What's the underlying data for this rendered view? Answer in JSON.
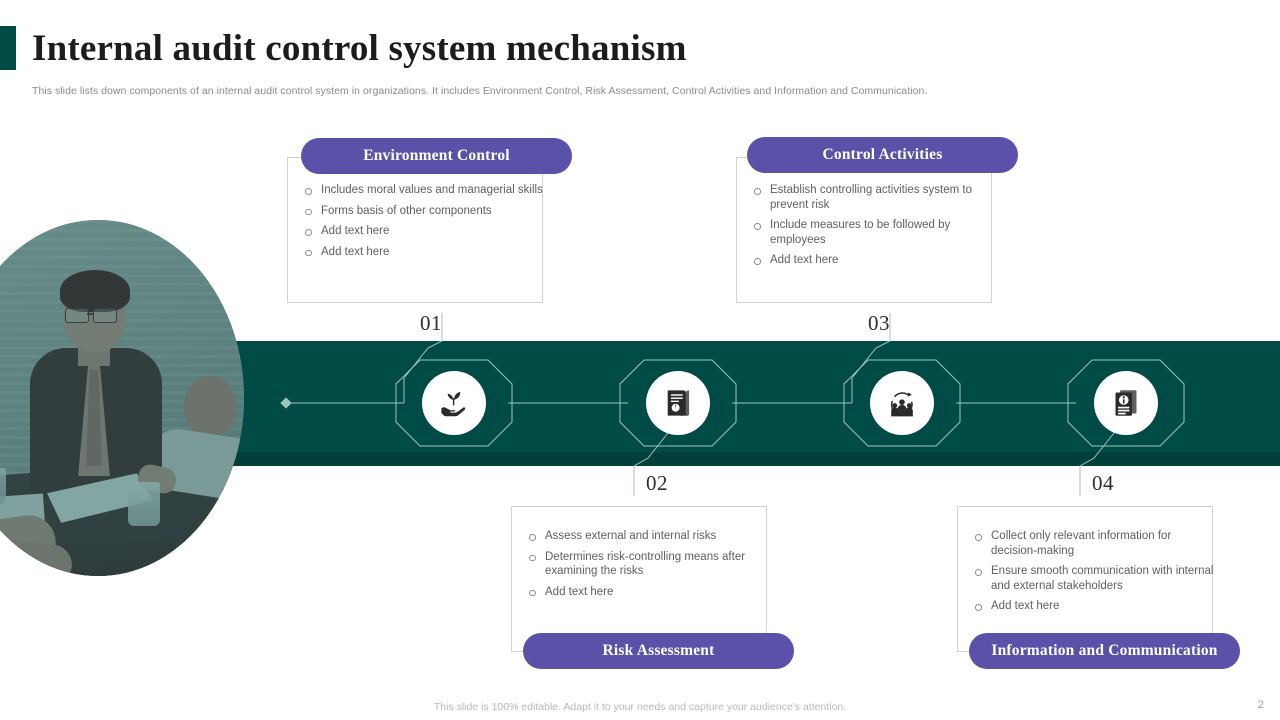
{
  "slide": {
    "title": "Internal audit control system mechanism",
    "subtitle": "This slide lists down components of an internal audit control system in organizations. It includes Environment Control, Risk Assessment, Control Activities and Information and Communication.",
    "footer_note": "This slide is 100% editable. Adapt it to your needs and capture your audience's attention.",
    "page_number": "2"
  },
  "colors": {
    "band_teal": "#014b46",
    "pill_purple": "#5b51a8",
    "title_text": "#1c1c1c",
    "body_text": "#5f5f5f",
    "card_border": "#d2d2d2"
  },
  "photo": {
    "alt": "business meeting photo"
  },
  "steps": [
    {
      "number": "01",
      "label": "Environment Control",
      "icon": "hand-sprout-icon",
      "position": "top",
      "bullets": [
        "Includes moral values and managerial skills",
        "Forms basis of other components",
        "Add text here",
        "Add text here"
      ]
    },
    {
      "number": "02",
      "label": "Risk Assessment",
      "icon": "document-magnifier-icon",
      "position": "bottom",
      "bullets": [
        "Assess external and internal risks",
        "Determines risk-controlling means after examining the risks",
        "Add text here"
      ]
    },
    {
      "number": "03",
      "label": "Control Activities",
      "icon": "team-cycle-icon",
      "position": "top",
      "bullets": [
        "Establish controlling activities system to prevent risk",
        "Include measures to be followed by employees",
        "Add text here"
      ]
    },
    {
      "number": "04",
      "label": "Information and Communication",
      "icon": "info-document-icon",
      "position": "bottom",
      "bullets": [
        "Collect only relevant information for decision-making",
        "Ensure smooth communication with internal and external stakeholders",
        "Add text here"
      ]
    }
  ]
}
